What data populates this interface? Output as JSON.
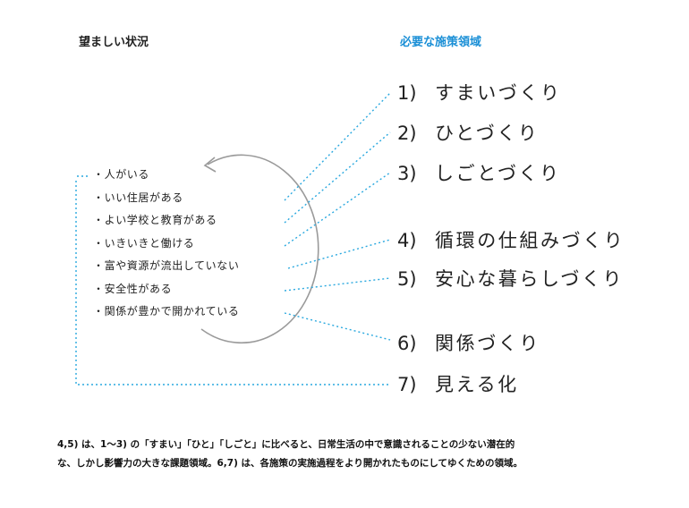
{
  "headers": {
    "desirable_state": "望ましい状況",
    "required_areas": "必要な施策領域"
  },
  "conditions": [
    "・人がいる",
    "・いい住居がある",
    "・よい学校と教育がある",
    "・いきいきと働ける",
    "・富や資源が流出していない",
    "・安全性がある",
    "・関係が豊かで開かれている"
  ],
  "areas": [
    {
      "num": "1)",
      "label": "すまいづくり"
    },
    {
      "num": "2)",
      "label": "ひとづくり"
    },
    {
      "num": "3)",
      "label": "しごとづくり"
    },
    {
      "num": "4)",
      "label": "循環の仕組みづくり"
    },
    {
      "num": "5)",
      "label": "安心な暮らしづくり"
    },
    {
      "num": "6)",
      "label": "関係づくり"
    },
    {
      "num": "7)",
      "label": "見える化"
    }
  ],
  "footnote": [
    "4,5) は、1〜3) の「すまい」「ひと」「しごと」に比べると、日常生活の中で意識されることの少ない潜在的",
    "な、しかし影響力の大きな課題領域。6,7) は、各施策の実施過程をより開かれたものにしてゆくための領域。"
  ],
  "colors": {
    "accent": "#1a8fd6",
    "dotted_line": "#29a8df",
    "cycle_arrow": "#9a9a9a",
    "text": "#222222"
  },
  "icons": {
    "cycle": "circular-arrow-icon"
  }
}
